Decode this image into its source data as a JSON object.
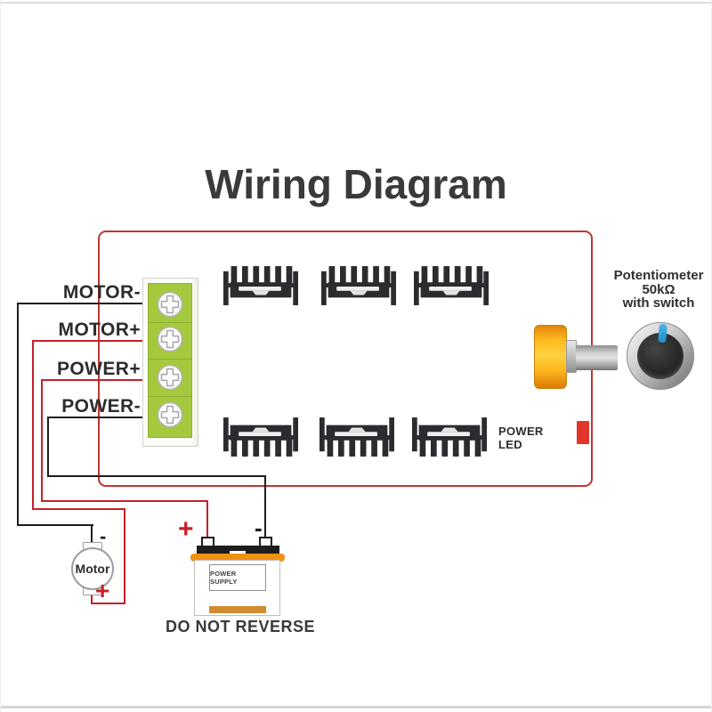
{
  "title": "Wiring Diagram",
  "terminal_block": {
    "labels": [
      "MOTOR-",
      "MOTOR+",
      "POWER+",
      "POWER-"
    ]
  },
  "potentiometer": {
    "name": "Potentiometer",
    "value": "50kΩ",
    "note": "with switch"
  },
  "power_led": {
    "label": "POWER LED"
  },
  "motor": {
    "label": "Motor",
    "negative": "-",
    "positive": "+"
  },
  "power_supply": {
    "label": "POWER SUPPLY",
    "positive": "+",
    "negative": "-",
    "warning": "DO NOT REVERSE"
  },
  "colors": {
    "wire_red": "#c4202b",
    "wire_black": "#1e1e1e",
    "board_border_red": "#bf3530",
    "terminal_green": "#a5c93c",
    "battery_orange": "#f29111",
    "pot_yellow": "#ffc225",
    "led_red": "#e2352b",
    "knob_indicator_blue": "#2f9fd8",
    "heatsink_dark": "#2c2c30",
    "text_dark": "#3a3a3a"
  },
  "icons": {
    "heatsink": "heatsink-icon",
    "screw_terminal": "screw-terminal-icon",
    "knob": "knob-icon"
  }
}
